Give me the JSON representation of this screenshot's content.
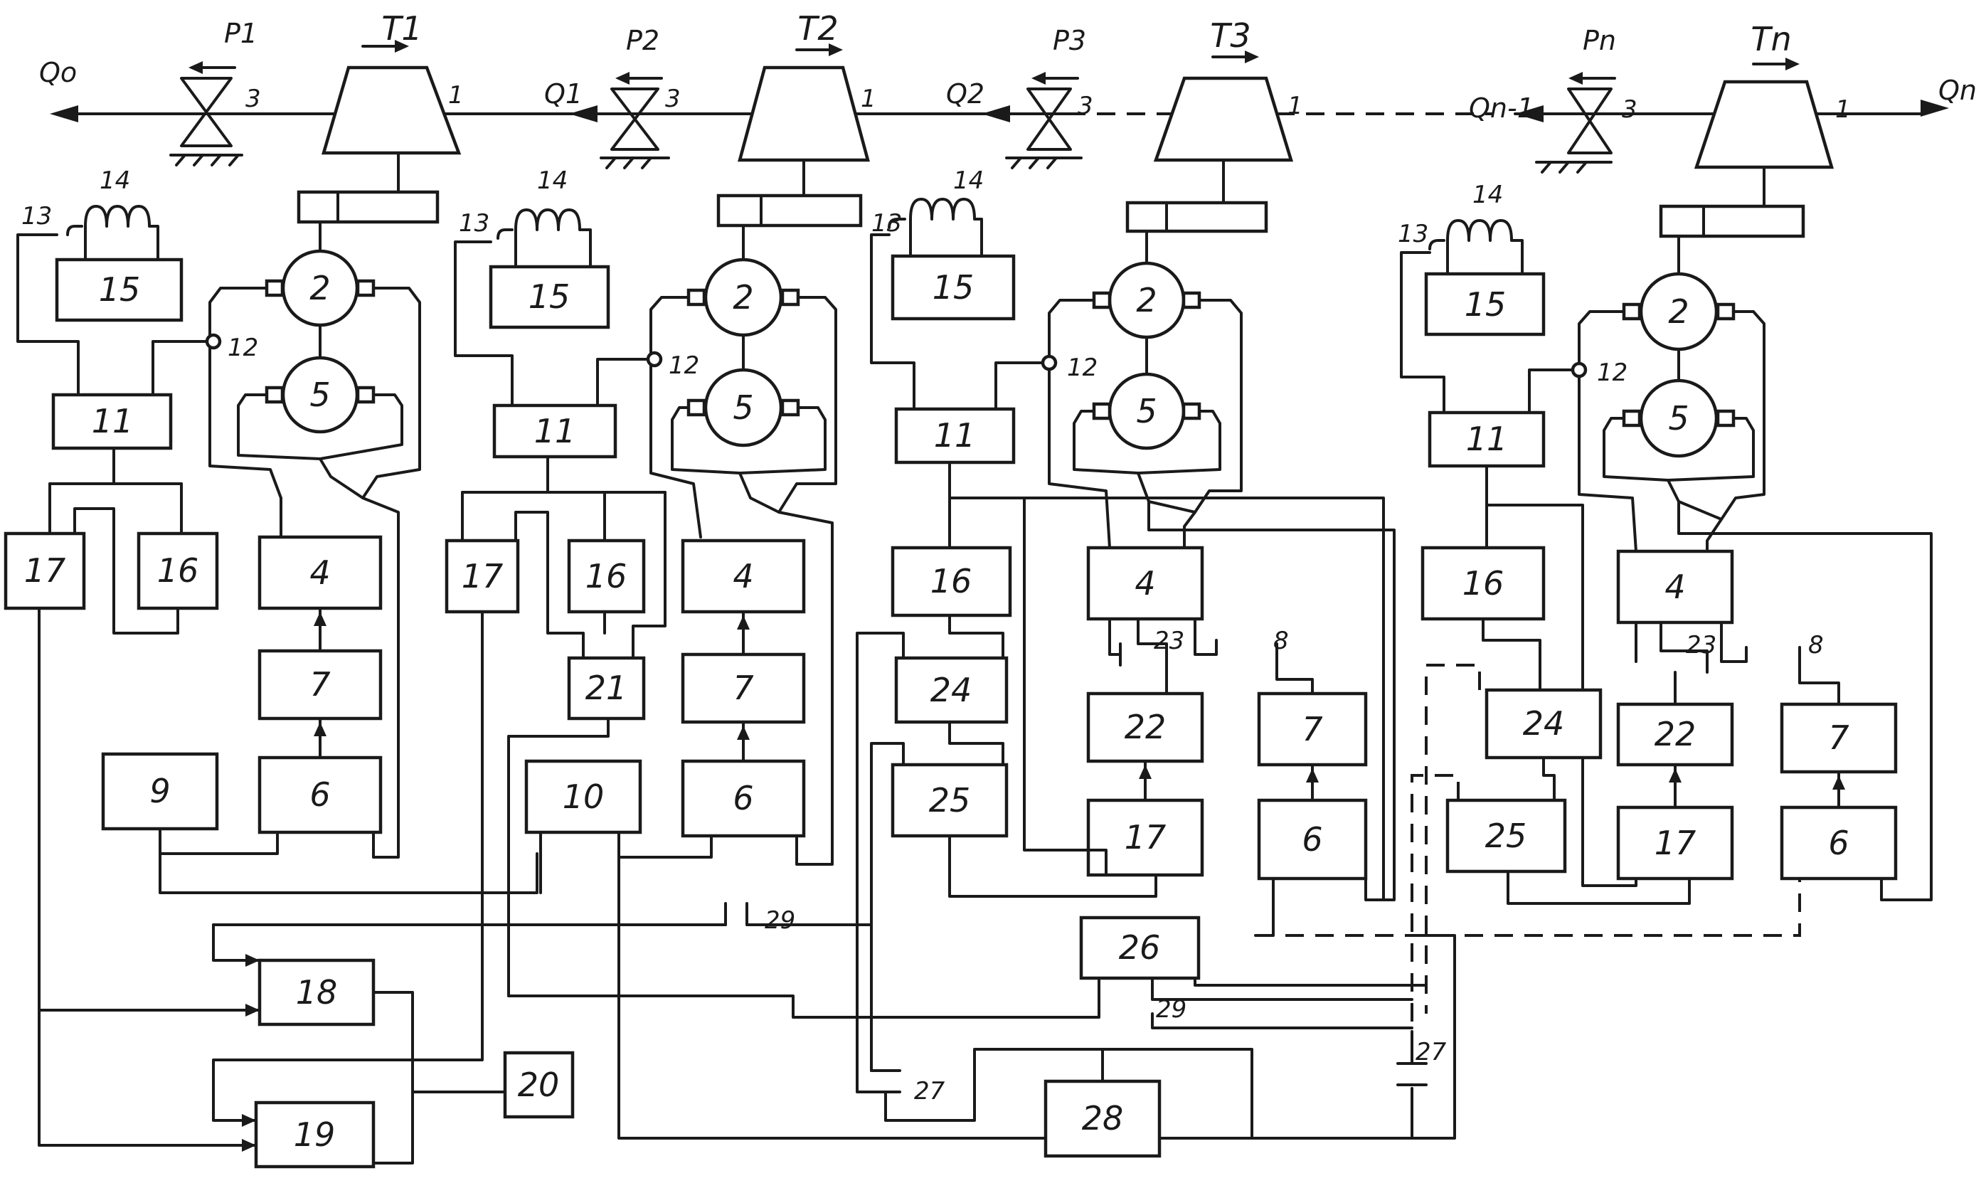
{
  "pipeline": {
    "flows": [
      "Qo",
      "Q1",
      "Q2",
      "Qn-1",
      "Qn"
    ],
    "pressures": [
      "P1",
      "P2",
      "P3",
      "Pn"
    ],
    "turbines": [
      "T1",
      "T2",
      "T3",
      "Tn"
    ]
  },
  "ref": {
    "n1": "1",
    "n2": "2",
    "n3": "3",
    "n4": "4",
    "n5": "5",
    "n6": "6",
    "n7": "7",
    "n8": "8",
    "n9": "9",
    "n10": "10",
    "n11": "11",
    "n12": "12",
    "n13": "13",
    "n14": "14",
    "n15": "15",
    "n16": "16",
    "n17": "17",
    "n18": "18",
    "n19": "19",
    "n20": "20",
    "n21": "21",
    "n22": "22",
    "n23": "23",
    "n24": "24",
    "n25": "25",
    "n26": "26",
    "n27": "27",
    "n28": "28",
    "n29": "29"
  }
}
